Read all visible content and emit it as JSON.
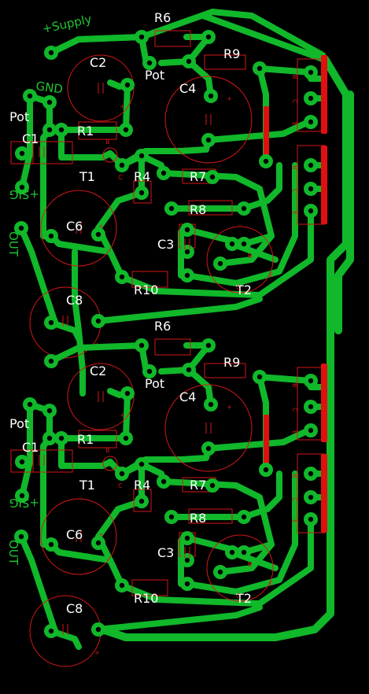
{
  "board": {
    "colors": {
      "copper": "#10b82a",
      "silk": "#d21818",
      "label": "#ffffff",
      "background": "#000000"
    },
    "copper_labels": {
      "supply": "+Supply",
      "gnd": "GND",
      "pot_top": "Pot",
      "sig_top": "+SIG",
      "out_top": "OUT",
      "sig_bot": "+SIG",
      "out_bot": "OUT"
    },
    "channels": [
      {
        "R6": "R6",
        "C2": "C2",
        "Pot_a": "Pot",
        "R9": "R9",
        "C4": "C4",
        "Pot_b": "Pot",
        "C1": "C1",
        "R1": "R1",
        "T1": "T1",
        "R4": "R4",
        "R7": "R7",
        "R8": "R8",
        "C6": "C6",
        "C3": "C3",
        "R10": "R10",
        "T2": "T2",
        "C8": "C8"
      },
      {
        "R6": "R6",
        "C2": "C2",
        "Pot_a": "Pot",
        "R9": "R9",
        "C4": "C4",
        "Pot_b": "Pot",
        "C1": "C1",
        "R1": "R1",
        "T1": "T1",
        "R4": "R4",
        "R7": "R7",
        "R8": "R8",
        "C6": "C6",
        "C3": "C3",
        "R10": "R10",
        "T2": "T2",
        "C8": "C8"
      }
    ],
    "pin_marks": {
      "b": "B",
      "c": "C",
      "e": "E",
      "plus": "+"
    }
  }
}
